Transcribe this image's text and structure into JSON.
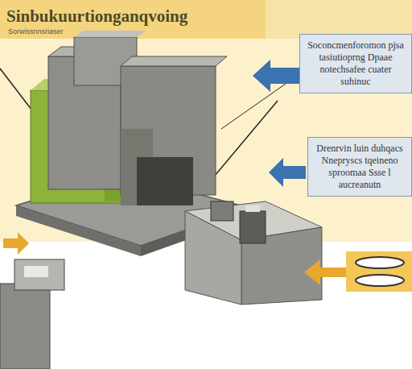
{
  "diagram": {
    "title": "Sinbukuurtionganqvoing",
    "nodes": [
      {
        "text": [
          "Soconcmenforomon pjsa tasiutioprng Dpaae notechsafee cuater suhinuc"
        ]
      },
      {
        "text": [
          "Drenrvin luin duhqacs Nnepryscs tqeineno sproomaa Ssse l aucreanutn"
        ]
      }
    ],
    "labels": [
      "Sorwissnnsriaser"
    ]
  }
}
